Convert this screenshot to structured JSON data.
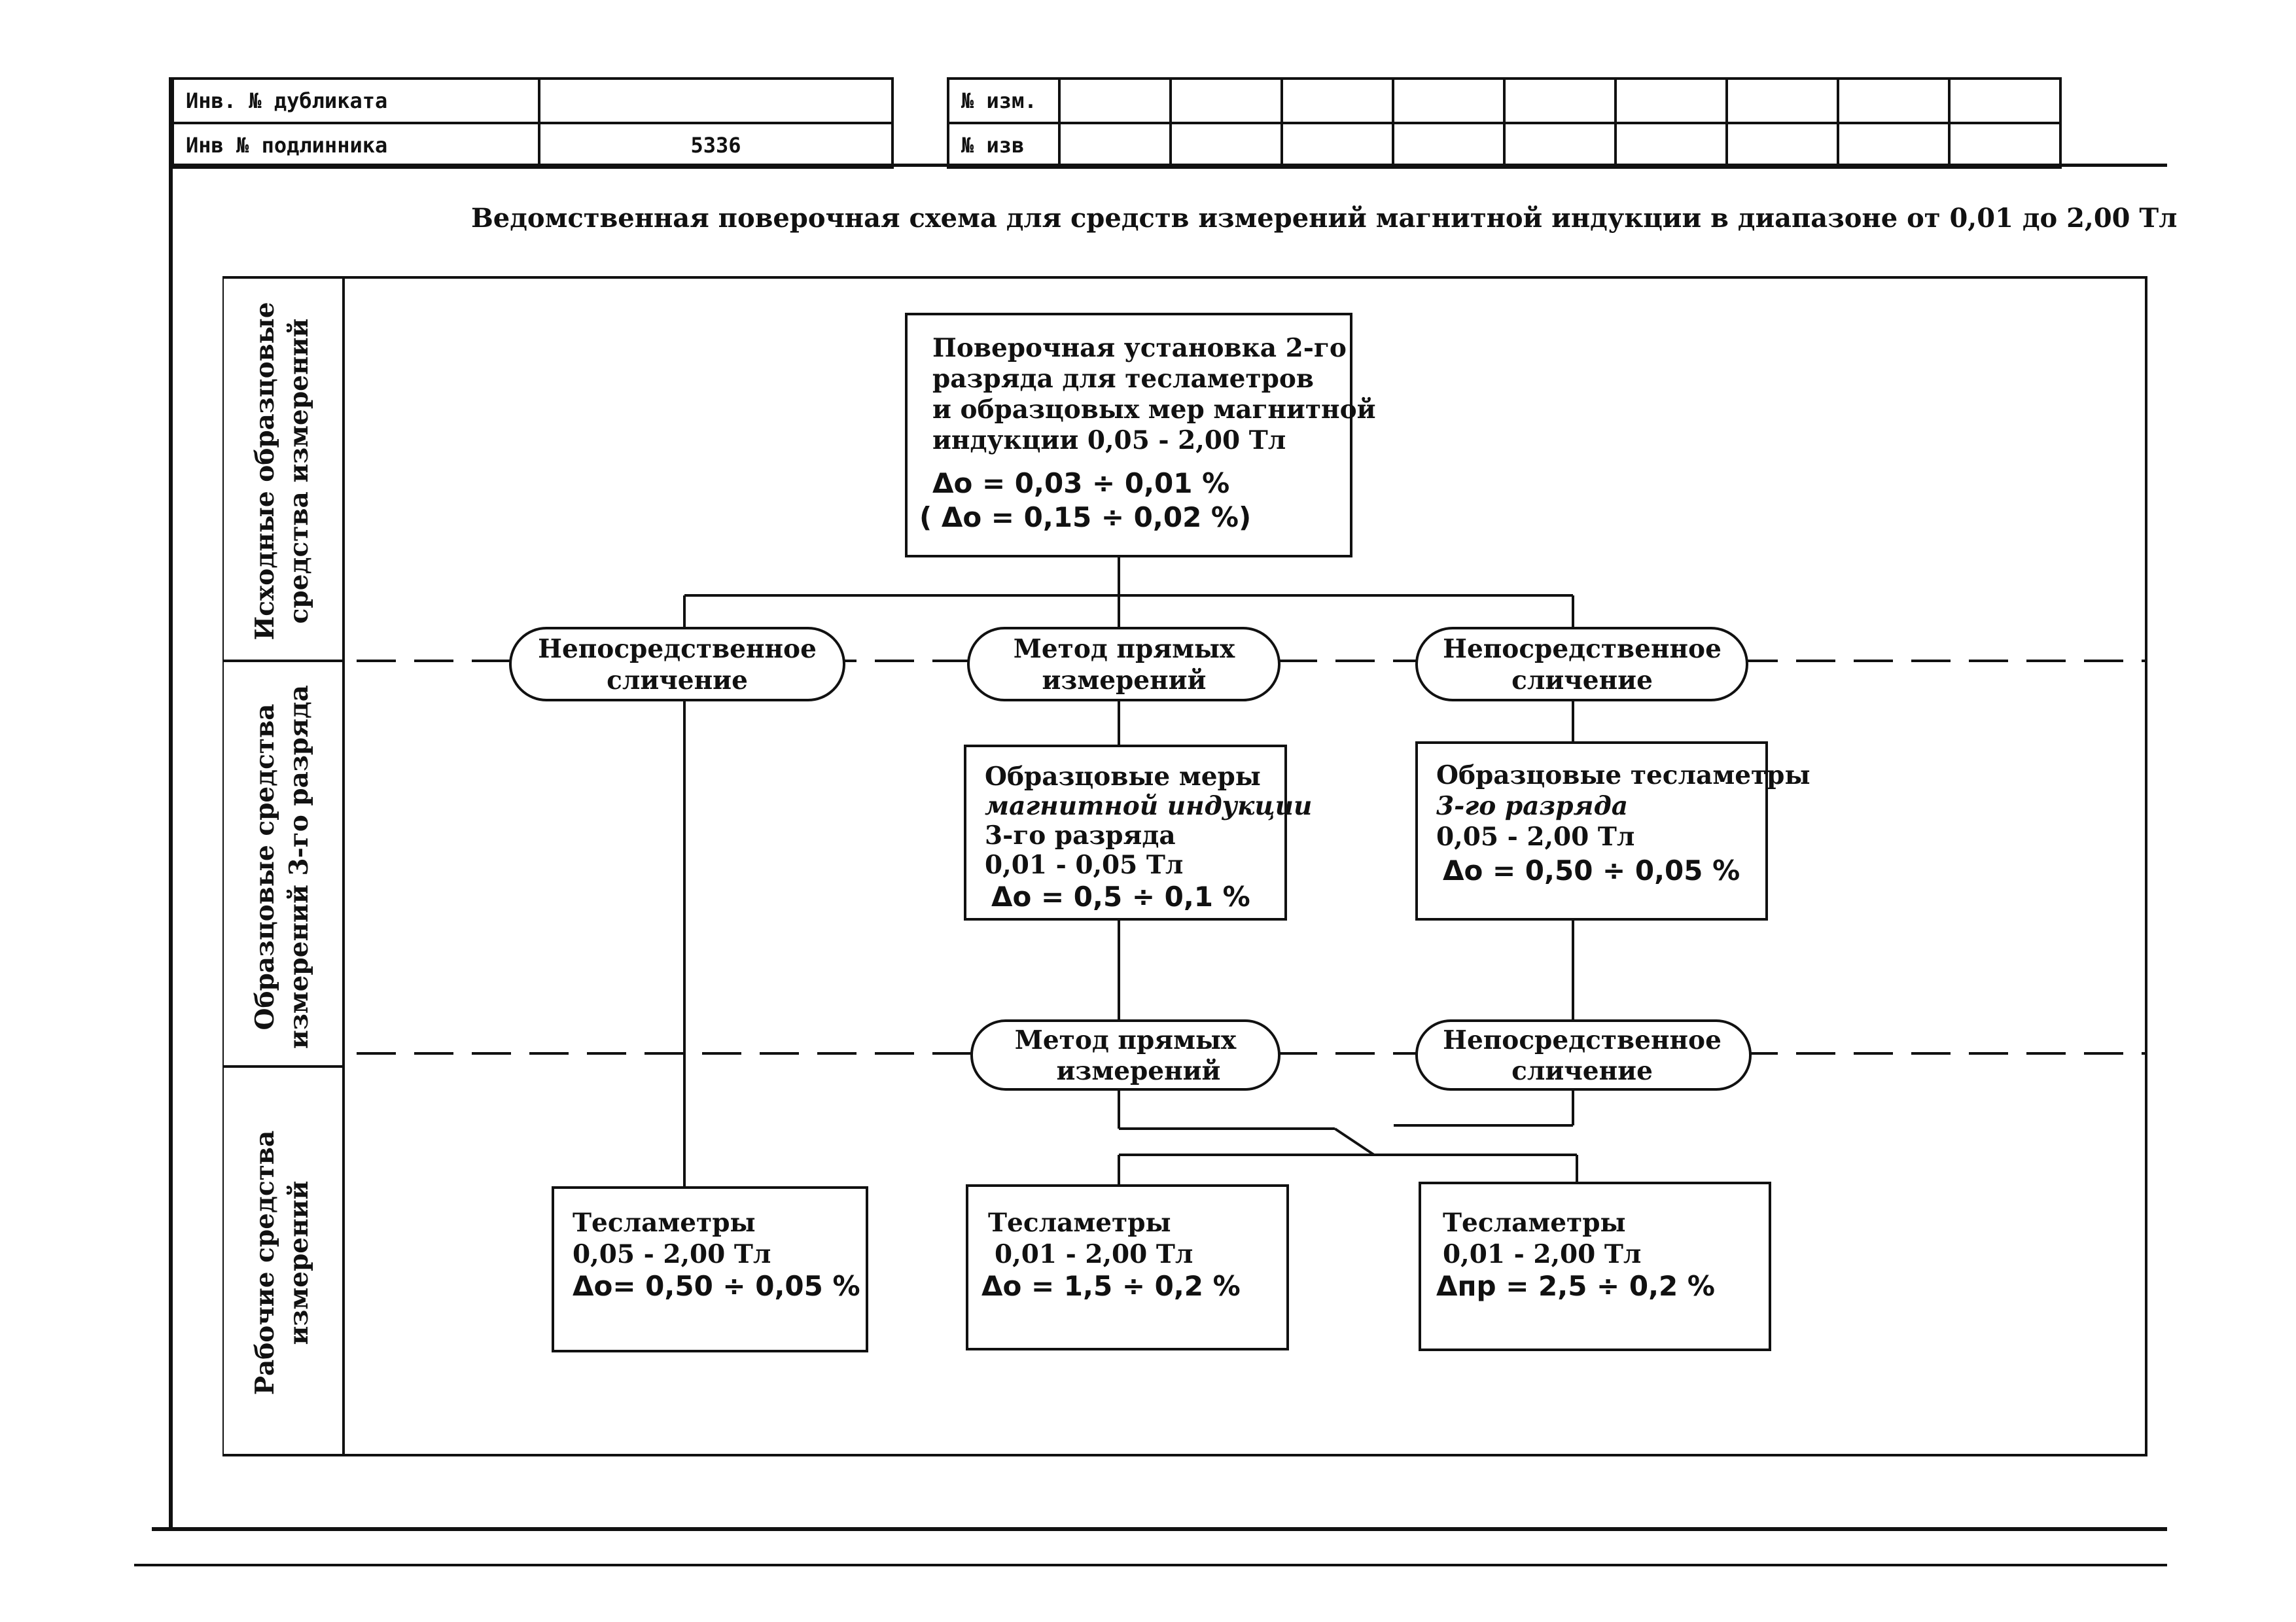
{
  "header": {
    "left_rows": [
      {
        "label": "Инв. № дубликата",
        "value": ""
      },
      {
        "label": "Инв № подлинника",
        "value": "5336"
      }
    ],
    "right_rows": [
      {
        "label": "№ изм."
      },
      {
        "label": "№ изв"
      }
    ]
  },
  "title": "Ведомственная поверочная схема для средств измерений магнитной индукции в диапазоне от 0,01 до 2,00 Тл",
  "bands": [
    {
      "line1": "Исходные образцовые",
      "line2": "средства измерений"
    },
    {
      "line1": "Образцовые средства",
      "line2": "измерений 3-го разряда"
    },
    {
      "line1": "Рабочие средства",
      "line2": "измерений"
    }
  ],
  "top_box": {
    "lines": [
      "Поверочная установка 2-го",
      "разряда для тесламетров",
      "и образцовых мер магнитной",
      "индукции 0,05 - 2,00 Тл"
    ],
    "math1": "Δo = 0,03 ÷ 0,01 %",
    "math2": "( Δo = 0,15 ÷ 0,02 %)"
  },
  "methods_row1": [
    {
      "line1": "Непосредственное",
      "line2": "сличение"
    },
    {
      "line1": "Метод прямых",
      "line2": "измерений"
    },
    {
      "line1": "Непосредственное",
      "line2": "сличение"
    }
  ],
  "mid_boxes": [
    {
      "lines": [
        "Образцовые меры",
        "магнитной индукции",
        "3-го разряда",
        "0,01 - 0,05 Тл"
      ],
      "math": "Δo = 0,5 ÷ 0,1 %"
    },
    {
      "lines": [
        "Образцовые тесламетры",
        "3-го разряда",
        "0,05 - 2,00 Тл"
      ],
      "math": "Δo = 0,50 ÷ 0,05 %"
    }
  ],
  "methods_row2": [
    {
      "line1": "Метод прямых",
      "line2": "измерений"
    },
    {
      "line1": "Непосредственное",
      "line2": "сличение"
    }
  ],
  "bottom_boxes": [
    {
      "lines": [
        "Тесламетры",
        "0,05 - 2,00 Тл"
      ],
      "math": "Δo= 0,50 ÷ 0,05 %"
    },
    {
      "lines": [
        "Тесламетры",
        "0,01 - 2,00 Тл"
      ],
      "math": "Δo = 1,5 ÷ 0,2 %"
    },
    {
      "lines": [
        "Тесламетры",
        "0,01 - 2,00 Тл"
      ],
      "math": "Δпр = 2,5 ÷ 0,2 %"
    }
  ]
}
